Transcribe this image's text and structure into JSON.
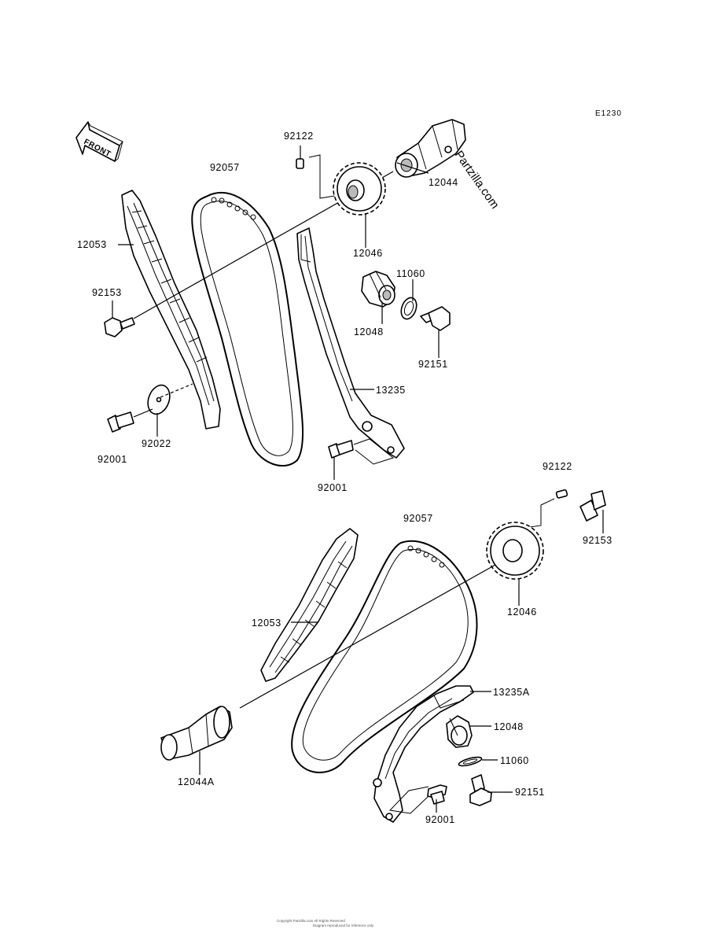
{
  "diagram_code": "E1230",
  "front_label": "FRONT",
  "watermark": "Partzilla.com",
  "labels": {
    "upper_92122": "92122",
    "upper_92057": "92057",
    "upper_12044": "12044",
    "upper_12053": "12053",
    "upper_12046": "12046",
    "upper_11060": "11060",
    "upper_92153": "92153",
    "upper_12048": "12048",
    "upper_92151": "92151",
    "upper_13235": "13235",
    "upper_92022": "92022",
    "upper_92001_left": "92001",
    "upper_92001_right": "92001",
    "lower_92122": "92122",
    "lower_92057": "92057",
    "lower_92153": "92153",
    "lower_12053": "12053",
    "lower_12046": "12046",
    "lower_13235A": "13235A",
    "lower_12048": "12048",
    "lower_11060": "11060",
    "lower_92151": "92151",
    "lower_12044A": "12044A",
    "lower_92001": "92001"
  },
  "footer_line1": "Copyright Partzilla.com All Rights Reserved",
  "footer_line2": "Diagram reproduced for reference only"
}
